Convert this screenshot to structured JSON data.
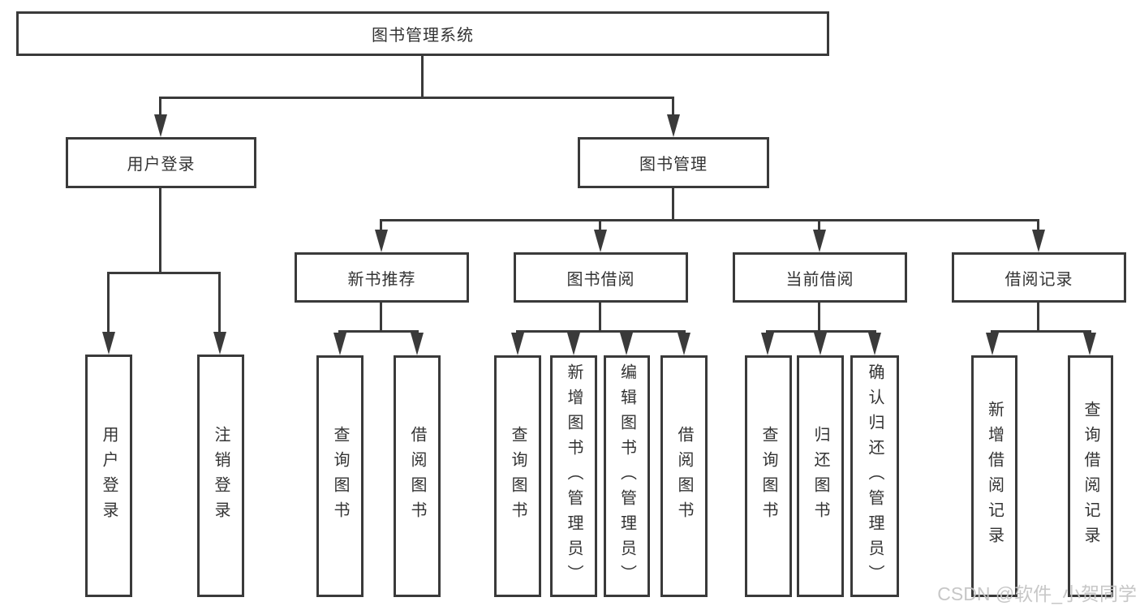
{
  "tree": {
    "root": {
      "label": "图书管理系统"
    },
    "user_login": {
      "label": "用户登录"
    },
    "book_management": {
      "label": "图书管理"
    },
    "user_login_children": [
      {
        "label": "用户登录"
      },
      {
        "label": "注销登录"
      }
    ],
    "new_book_recommend": {
      "label": "新书推荐"
    },
    "book_borrowing": {
      "label": "图书借阅"
    },
    "current_borrowing": {
      "label": "当前借阅"
    },
    "borrow_records": {
      "label": "借阅记录"
    },
    "new_book_recommend_children": [
      {
        "label": "查询图书"
      },
      {
        "label": "借阅图书"
      }
    ],
    "book_borrowing_children": [
      {
        "label": "查询图书"
      },
      {
        "label": "新增图书（管理员）"
      },
      {
        "label": "编辑图书（管理员）"
      },
      {
        "label": "借阅图书"
      }
    ],
    "current_borrowing_children": [
      {
        "label": "查询图书"
      },
      {
        "label": "归还图书"
      },
      {
        "label": "确认归还（管理员）"
      }
    ],
    "borrow_records_children": [
      {
        "label": "新增借阅记录"
      },
      {
        "label": "查询借阅记录"
      }
    ]
  },
  "watermark": {
    "text": "CSDN @软件_小贺同学"
  },
  "colors": {
    "line": "#3a3a3a",
    "text": "#333333",
    "watermark": "#c4c4c4",
    "background": "#ffffff"
  }
}
